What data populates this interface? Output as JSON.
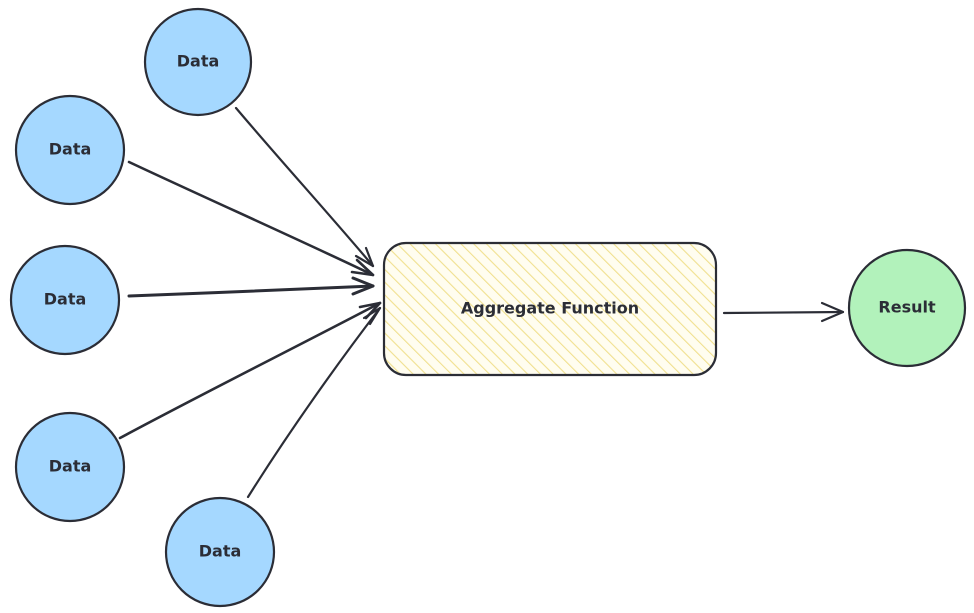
{
  "nodes": {
    "data": [
      {
        "label": "Data"
      },
      {
        "label": "Data"
      },
      {
        "label": "Data"
      },
      {
        "label": "Data"
      },
      {
        "label": "Data"
      }
    ],
    "function": {
      "label": "Aggregate Function"
    },
    "result": {
      "label": "Result"
    }
  },
  "colors": {
    "data_fill": "#a5d8ff",
    "function_fill": "#fff9db",
    "function_hatch": "#f2e49a",
    "result_fill": "#b2f2bb",
    "stroke": "#2b2d36"
  }
}
